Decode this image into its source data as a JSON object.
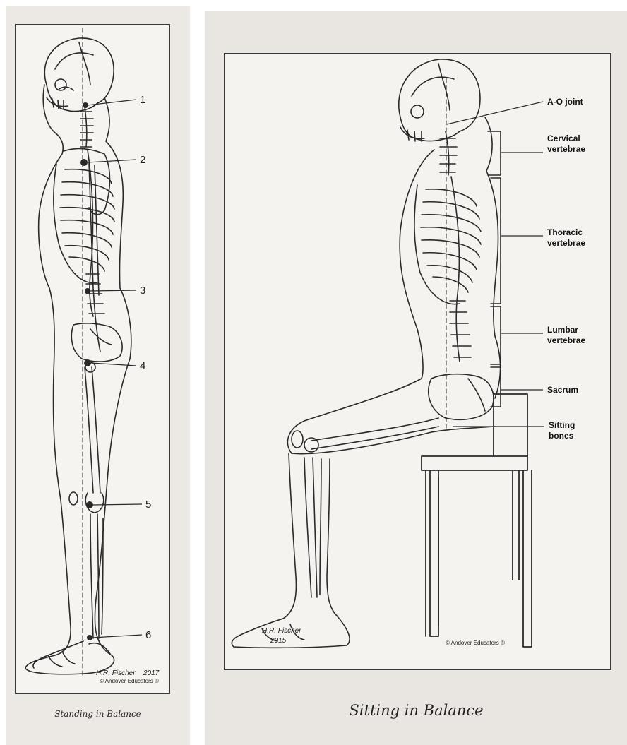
{
  "left_figure": {
    "caption": "Standing in Balance",
    "point_labels": [
      "1",
      "2",
      "3",
      "4",
      "5",
      "6"
    ],
    "signature": "H.R. Fischer",
    "signature_year": "2017",
    "copyright": "© Andover Educators ®"
  },
  "right_figure": {
    "caption": "Sitting in Balance",
    "labels": [
      {
        "line1": "A-O joint",
        "line2": ""
      },
      {
        "line1": "Cervical",
        "line2": "vertebrae"
      },
      {
        "line1": "Thoracic",
        "line2": "vertebrae"
      },
      {
        "line1": "Lumbar",
        "line2": "vertebrae"
      },
      {
        "line1": "Sacrum",
        "line2": ""
      },
      {
        "line1": "Sitting",
        "line2": "bones"
      }
    ],
    "signature": "H.R. Fischer",
    "signature_year": "2015",
    "copyright": "© Andover Educators ®"
  },
  "colors": {
    "paper": "#ece8e4",
    "ink": "#2a2a2a",
    "frame": "#3a3a3a"
  }
}
